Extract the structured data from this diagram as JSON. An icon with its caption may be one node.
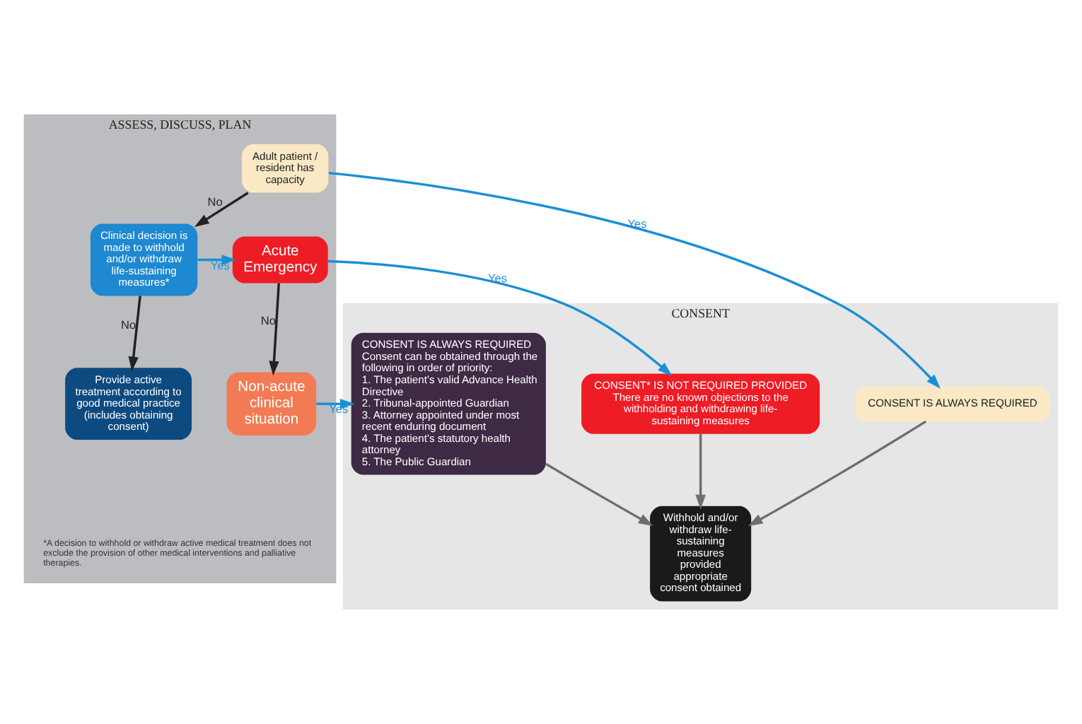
{
  "diagram": {
    "nodes": [
      {
        "text": [
          "ASSESS, DISCUSS, PLAN"
        ]
      },
      {
        "text": [
          "CONSENT"
        ]
      },
      {
        "text": [
          "Adult patient / resident has capacity"
        ],
        "in": 0
      },
      {
        "text": [
          "Clinical decision is made to withhold and/or withdraw life-sustaining measures*"
        ],
        "in": 0
      },
      {
        "text": [
          "Acute Emergency"
        ],
        "in": 0
      },
      {
        "text": [
          "Provide active treatment according to good medical practice (includes obtaining consent)"
        ],
        "in": 0
      },
      {
        "text": [
          "Non-acute clinical situation"
        ],
        "in": 0
      },
      {
        "text": [
          "CONSENT IS ALWAYS REQUIRED"
        ],
        "in": 1
      },
      {
        "text": [
          "CONSENT* IS NOT REQUIRED PROVIDED",
          "There are no known objections to the withholding and withdrawing life-sustaining measures"
        ],
        "in": 1
      },
      {
        "text": [
          "CONSENT IS ALWAYS REQUIRED",
          "Consent can be obtained through the following in order of priority:",
          "1. The patient’s valid Advance Health Directive",
          "2. Tribunal-appointed Guardian",
          "3. Attorney appointed under most recent enduring document",
          "4. The patient’s statutory health attorney",
          "5. The Public Guardian"
        ],
        "in": 1
      },
      {
        "text": [
          "Withhold and/or withdraw life-sustaining measures provided appropriate consent obtained"
        ],
        "in": 1
      }
    ],
    "edges": [
      {
        "from": 2,
        "to": 7,
        "arrow": "to",
        "label": "Yes"
      },
      {
        "from": 2,
        "to": 3,
        "arrow": "to",
        "label": "No",
        "color": "#222222"
      },
      {
        "from": 3,
        "to": 4,
        "arrow": "to",
        "label": "Yes"
      },
      {
        "from": 3,
        "to": 5,
        "arrow": "to",
        "label": "No",
        "color": "#222222"
      },
      {
        "from": 4,
        "to": 8,
        "arrow": "to",
        "label": "Yes"
      },
      {
        "from": 4,
        "to": 6,
        "arrow": "to",
        "label": "No",
        "color": "#222222"
      },
      {
        "from": 6,
        "to": 9,
        "arrow": "to",
        "label": "Yes"
      },
      {
        "from": 7,
        "to": 10,
        "arrow": "to",
        "color": "#6d6e71"
      },
      {
        "from": 8,
        "to": 10,
        "arrow": "to",
        "color": "#6d6e71"
      },
      {
        "from": 9,
        "to": 10,
        "arrow": "to",
        "color": "#6d6e71"
      }
    ],
    "labels": [
      "*A decision to withhold or withdraw active medical treatment does not exclude the provision of other medical interventions and palliative therapies."
    ]
  }
}
